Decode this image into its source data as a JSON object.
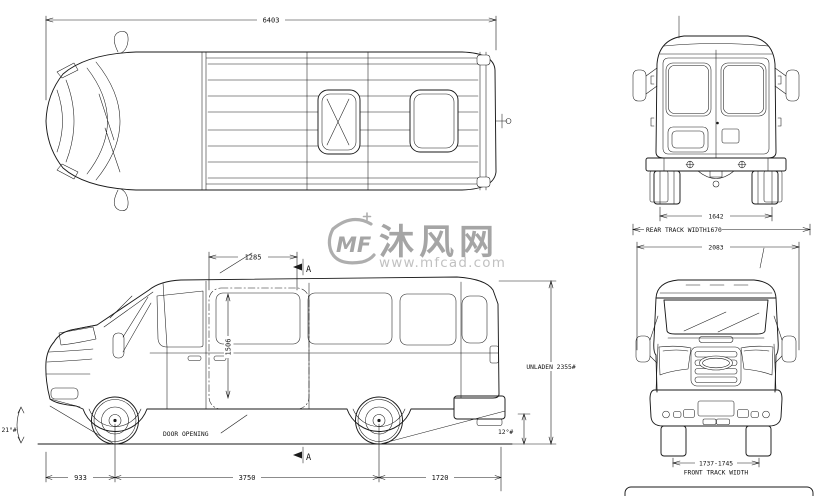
{
  "colors": {
    "line": "#1a1a1a",
    "background": "#ffffff",
    "watermark": "#8f8f8f",
    "watermark_light": "#b2b2b2"
  },
  "top_view": {
    "overall_length": "6403"
  },
  "side_view": {
    "door_opening_width": "1285",
    "door_opening_height": "1506",
    "door_opening_label": "DOOR OPENING",
    "front_overhang": "933",
    "wheelbase": "3750",
    "rear_overhang": "1720",
    "unladen_height": "UNLADEN 2355#",
    "approach_angle": "21°#",
    "departure_angle": "12°#",
    "section_label": "A"
  },
  "rear_view": {
    "track": "1642",
    "track_label": "REAR TRACK WIDTH1670",
    "overall_width": "2083"
  },
  "front_view": {
    "track": "1737-1745",
    "track_label": "FRONT TRACK WIDTH"
  },
  "watermark": {
    "initials": "MF",
    "name": "沐风网",
    "url": "www.mfcad.com"
  }
}
